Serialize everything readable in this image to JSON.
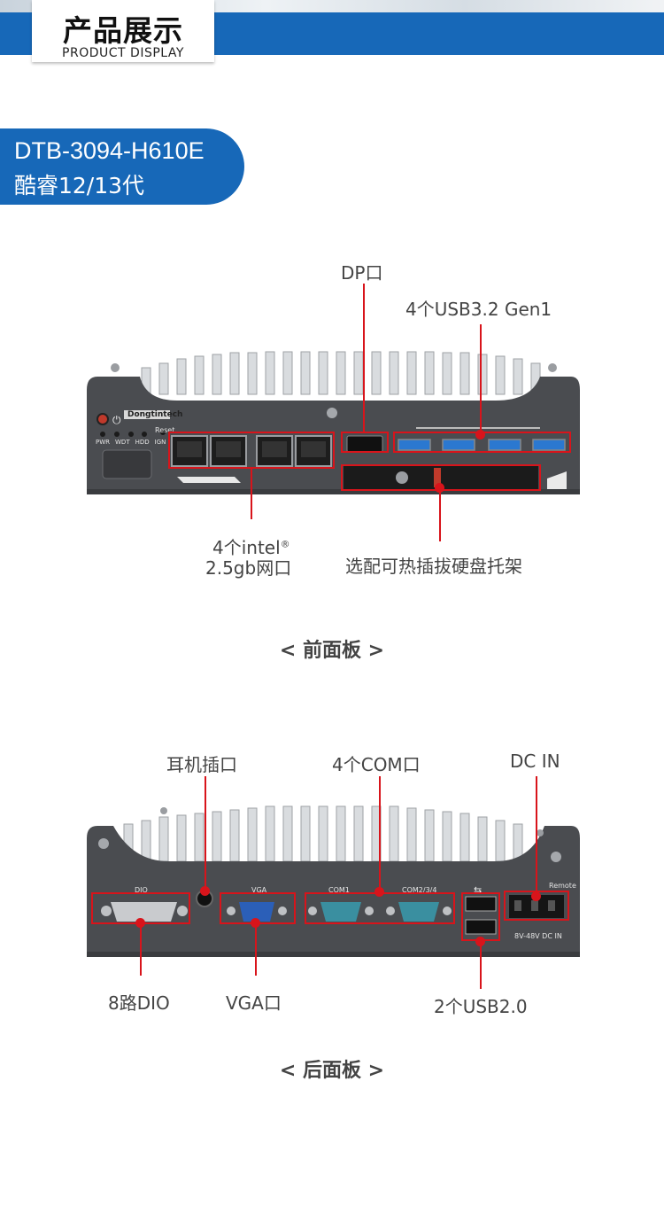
{
  "header": {
    "title_zh": "产品展示",
    "title_en": "PRODUCT DISPLAY"
  },
  "model": {
    "name": "DTB-3094-H610E",
    "cpu": "酷睿12/13代"
  },
  "front": {
    "brand": "Dongtintech",
    "reset_label": "Reset",
    "leds": [
      "PWR",
      "WDT",
      "HDD",
      "IGN"
    ],
    "labels": {
      "dp": "DP口",
      "usb3": "4个USB3.2 Gen1",
      "lan_line1": "4个intel",
      "lan_reg": "®",
      "lan_line2": "2.5gb网口",
      "hdd": "选配可热插拔硬盘托架"
    },
    "section_title": "< 前面板 >"
  },
  "rear": {
    "port_labels": {
      "dio": "DIO",
      "vga": "VGA",
      "com1": "COM1",
      "com234": "COM2/3/4",
      "remote": "Remote",
      "dcin": "8V-48V DC IN"
    },
    "labels": {
      "audio": "耳机插口",
      "com": "4个COM口",
      "dc": "DC IN",
      "dio": "8路DIO",
      "vga": "VGA口",
      "usb2": "2个USB2.0"
    },
    "section_title": "< 后面板 >"
  },
  "colors": {
    "brand_blue": "#1768b8",
    "callout_red": "#d8141b",
    "chassis": "#4a4c50"
  }
}
